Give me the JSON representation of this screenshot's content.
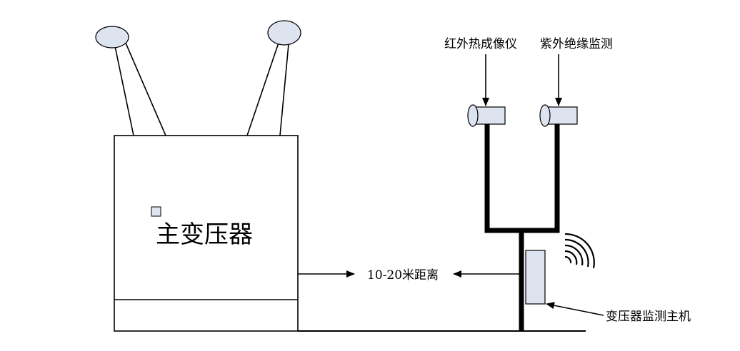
{
  "labels": {
    "transformer": "主变压器",
    "infrared_camera": "红外热成像仪",
    "uv_detection": "紫外绝缘监测",
    "distance": "10-20米距离",
    "monitor_host": "变压器监测主机"
  },
  "colors": {
    "line": "#000000",
    "bushing_fill": "#dde3ef",
    "device_fill": "#dde3ef"
  },
  "icons": [
    "wireless-signal-icon"
  ]
}
